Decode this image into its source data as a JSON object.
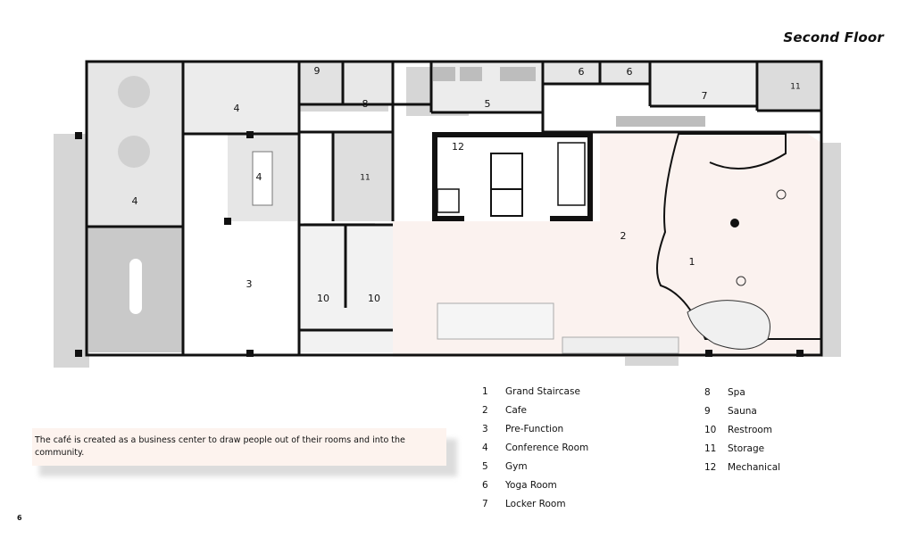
{
  "page": {
    "title": "Second Floor",
    "page_number": "6"
  },
  "note": "The café is created as a business center to draw people out of their rooms and into the community.",
  "legend": [
    {
      "num": "1",
      "label": "Grand Staircase"
    },
    {
      "num": "2",
      "label": "Cafe"
    },
    {
      "num": "3",
      "label": "Pre-Function"
    },
    {
      "num": "4",
      "label": "Conference Room"
    },
    {
      "num": "5",
      "label": "Gym"
    },
    {
      "num": "6",
      "label": "Yoga Room"
    },
    {
      "num": "7",
      "label": "Locker Room"
    },
    {
      "num": "8",
      "label": "Spa"
    },
    {
      "num": "9",
      "label": "Sauna"
    },
    {
      "num": "10",
      "label": "Restroom"
    },
    {
      "num": "11",
      "label": "Storage"
    },
    {
      "num": "12",
      "label": "Mechanical"
    }
  ],
  "room_labels": {
    "conf_a": "4",
    "conf_b": "4",
    "conf_c": "4",
    "prefunction": "3",
    "sauna": "9",
    "spa": "8",
    "gym": "5",
    "yoga_a": "6",
    "yoga_b": "6",
    "locker": "7",
    "storage_a": "11",
    "storage_b": "11",
    "mechanical": "12",
    "cafe": "2",
    "staircase": "1",
    "restroom_a": "10",
    "restroom_b": "10"
  }
}
